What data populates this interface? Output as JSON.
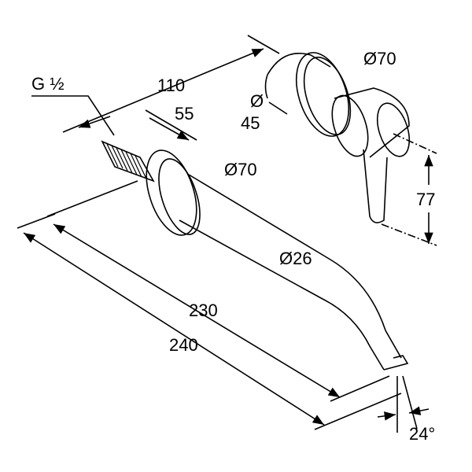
{
  "title": "Wall-mounted basin mixer dimension drawing",
  "labels": {
    "thread": "G ½",
    "dim_110": "110",
    "dim_55": "55",
    "valve_dia": "Ø70",
    "valve_inner_sym": "Ø",
    "valve_inner_val": "45",
    "flange_dia": "Ø70",
    "pipe_dia": "Ø26",
    "dim_77": "77",
    "dim_230": "230",
    "dim_240": "240",
    "angle": "24°"
  },
  "colors": {
    "line": "#000000",
    "background": "#ffffff"
  }
}
